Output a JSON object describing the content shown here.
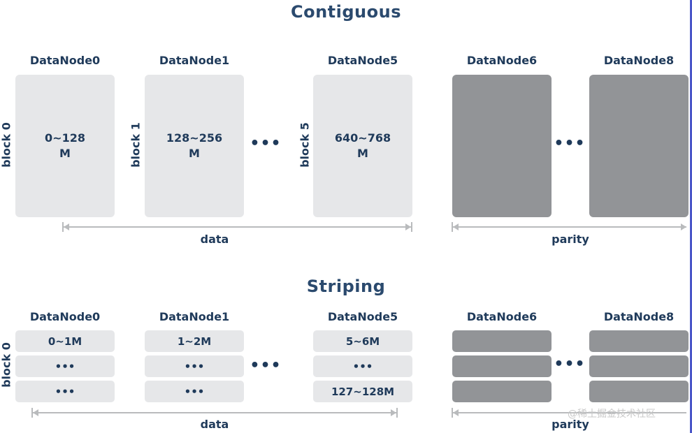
{
  "contiguous": {
    "title": "Contiguous",
    "nodes": [
      "DataNode0",
      "DataNode1",
      "DataNode5",
      "DataNode6",
      "DataNode8"
    ],
    "block_labels": [
      "block 0",
      "block 1",
      "block 5"
    ],
    "ranges": [
      "0~128\nM",
      "128~256\nM",
      "640~768\nM"
    ],
    "ellipsis": "•••",
    "data_label": "data",
    "parity_label": "parity"
  },
  "striping": {
    "title": "Striping",
    "nodes": [
      "DataNode0",
      "DataNode1",
      "DataNode5",
      "DataNode6",
      "DataNode8"
    ],
    "block_label": "block 0",
    "cells": {
      "node0": [
        "0~1M",
        "•••",
        "•••"
      ],
      "node1": [
        "1~2M",
        "•••",
        "•••"
      ],
      "node5": [
        "5~6M",
        "•••",
        "127~128M"
      ]
    },
    "ellipsis": "•••",
    "data_label": "data",
    "parity_label": "parity"
  },
  "watermark": "@稀土掘金技术社区",
  "colors": {
    "data_block": "#e6e7e9",
    "parity_block": "#929497",
    "text": "#1f3a5a",
    "edge": "#4a56c8"
  }
}
